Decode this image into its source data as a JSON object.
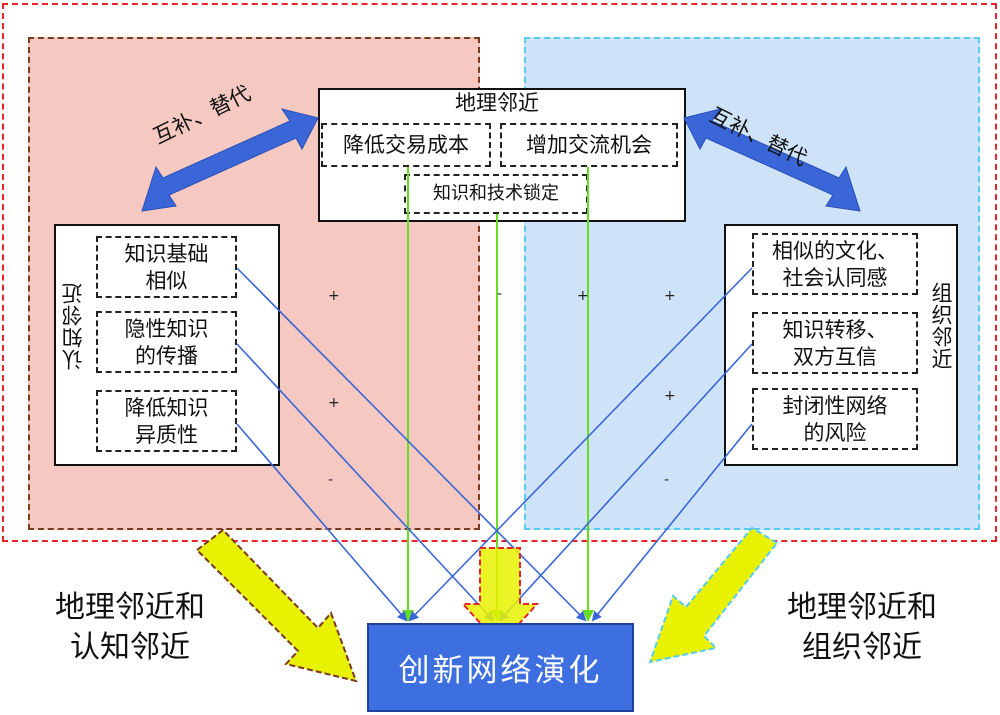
{
  "geo": {
    "title": "地理邻近",
    "item_cost": "降低交易成本",
    "item_exchange": "增加交流机会",
    "item_lockin": "知识和技术锁定"
  },
  "cognitive": {
    "title": "认知邻近",
    "items": [
      "知识基础\n相似",
      "隐性知识\n的传播",
      "降低知识\n异质性"
    ]
  },
  "organizational": {
    "title": "组织邻近",
    "items": [
      "相似的文化、\n社会认同感",
      "知识转移、\n双方互信",
      "封闭性网络\n的风险"
    ]
  },
  "arrows": {
    "left_label": "互补、替代",
    "right_label": "互补、替代"
  },
  "signs": {
    "s1": "+",
    "s2": "-",
    "s3": "+",
    "s4": "+",
    "s5": "+",
    "s6": "+",
    "s7": "-",
    "s8": "-"
  },
  "bottom": {
    "left_label": "地理邻近和\n认知邻近",
    "right_label": "地理邻近和\n组织邻近",
    "result": "创新网络演化"
  },
  "colors": {
    "outer_border": "#e8242a",
    "left_region": "#f5c9c1",
    "right_region": "#cfe3f8",
    "blue_arrow": "#3a66d8",
    "green_line": "#66dd22",
    "yellow_arrow": "#e8f200",
    "result_box": "#3e6fe0"
  }
}
